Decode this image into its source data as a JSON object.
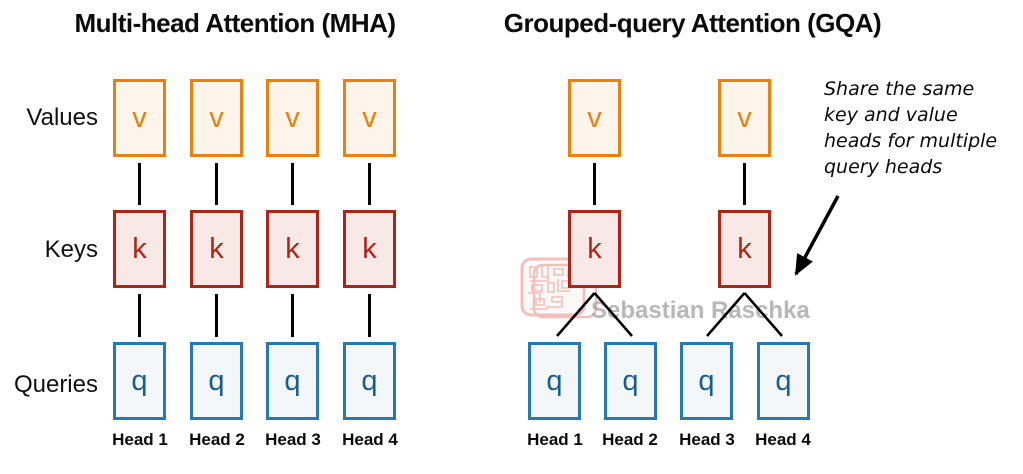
{
  "mha": {
    "title": "Multi-head Attention (MHA)",
    "row_labels": {
      "values": "Values",
      "keys": "Keys",
      "queries": "Queries"
    },
    "letters": {
      "v": "v",
      "k": "k",
      "q": "q"
    },
    "heads": [
      "Head 1",
      "Head 2",
      "Head 3",
      "Head 4"
    ]
  },
  "gqa": {
    "title": "Grouped-query Attention (GQA)",
    "letters": {
      "v": "v",
      "k": "k",
      "q": "q"
    },
    "heads": [
      "Head 1",
      "Head 2",
      "Head 3",
      "Head 4"
    ],
    "annotation_lines": [
      "Share the same",
      "key and value",
      "heads for multiple",
      "query heads"
    ]
  },
  "watermark": {
    "text": "Sebastian Raschka"
  },
  "colors": {
    "value_border": "#E8820C",
    "value_fill": "#FDF4EB",
    "key_border": "#AE2417",
    "key_fill": "#F8E9E7",
    "query_border": "#2878B2",
    "query_fill": "#F3F7FA",
    "query_letter": "#1A5E90",
    "connector": "#000000",
    "watermark_gray": "#A0A0A0",
    "watermark_red": "#DD5C52"
  }
}
